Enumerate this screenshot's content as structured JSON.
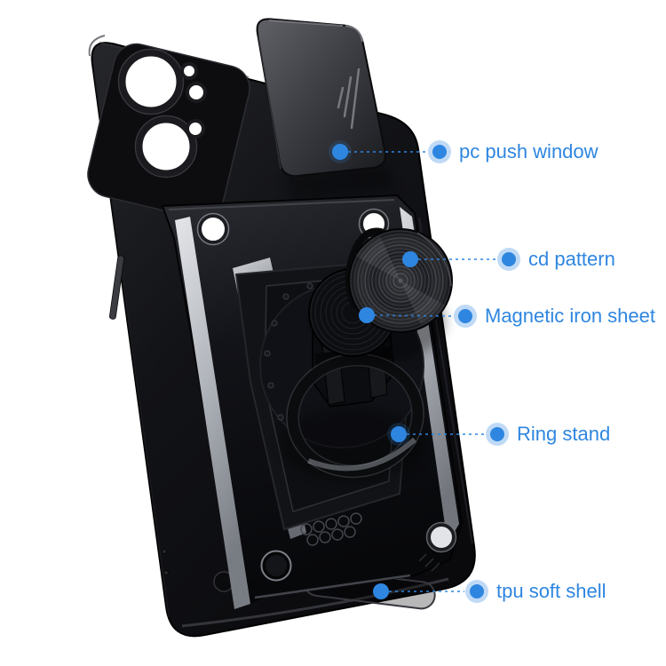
{
  "image_type": "annotated-product-render",
  "background": "#ffffff",
  "colors": {
    "accent": "#2E86E0",
    "halo": "rgba(46,134,224,0.30)",
    "case_black": "#0b0b0e",
    "panel_gray": "#46474d",
    "silver_accent": "#b9bdc4"
  },
  "product": {
    "name": "armor phone case with slide camera cover and ring stand",
    "parts": [
      "case-body",
      "camera-cutouts",
      "push-window-panel",
      "armor-back-plate",
      "cd-pattern-disc",
      "magnetic-iron-sheet",
      "ring-stand",
      "tpu-shell-bottom"
    ]
  },
  "callouts": [
    {
      "id": "pc-push-window",
      "text": "pc push window"
    },
    {
      "id": "cd-pattern",
      "text": "cd pattern"
    },
    {
      "id": "magnetic-iron-sheet",
      "text": "Magnetic iron sheet"
    },
    {
      "id": "ring-stand",
      "text": "Ring stand"
    },
    {
      "id": "tpu-soft-shell",
      "text": "tpu soft shell"
    }
  ]
}
